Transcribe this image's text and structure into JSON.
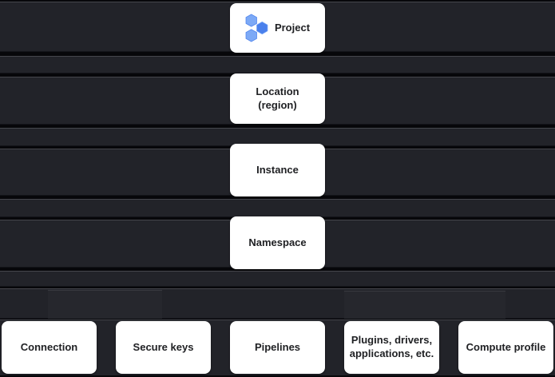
{
  "nodes": {
    "project": {
      "label": "Project"
    },
    "location": {
      "label": "Location (region)"
    },
    "instance": {
      "label": "Instance"
    },
    "namespace": {
      "label": "Namespace"
    },
    "connection": {
      "label": "Connection"
    },
    "secure_keys": {
      "label": "Secure keys"
    },
    "pipelines": {
      "label": "Pipelines"
    },
    "plugins": {
      "label": "Plugins, drivers, applications, etc."
    },
    "compute_profile": {
      "label": "Compute profile"
    }
  },
  "icons": {
    "project_hexagons": "hexagon-cluster-icon"
  },
  "colors": {
    "background": "#07070a",
    "band": "#222329",
    "node_background": "#ffffff",
    "node_text": "#202124",
    "hex_light": "#7CA9F6",
    "hex_dark": "#4A80EC"
  }
}
